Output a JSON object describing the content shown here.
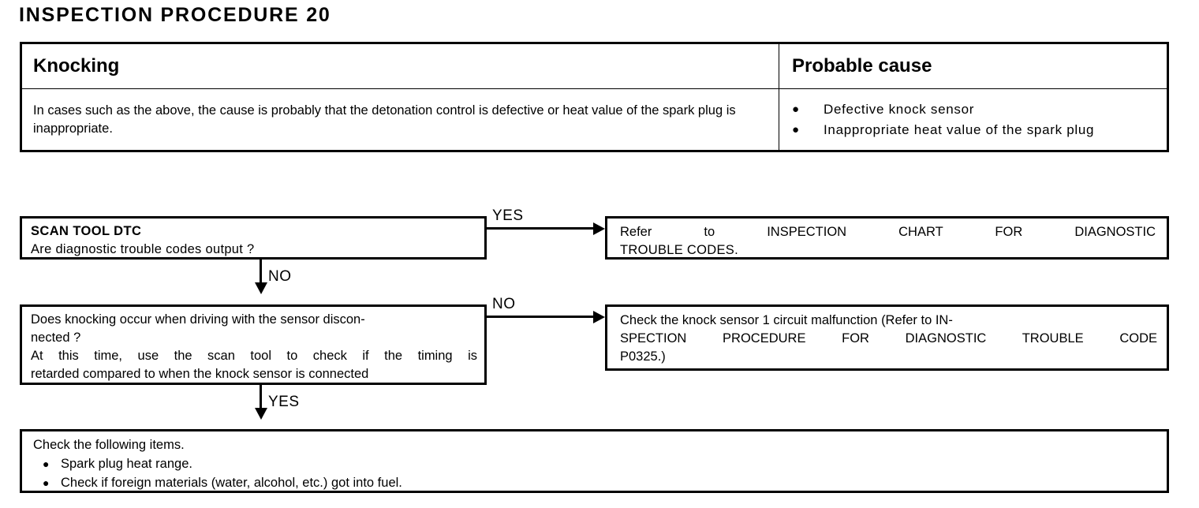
{
  "page_title": "INSPECTION PROCEDURE 20",
  "symptom_table": {
    "headers": {
      "symptom": "Knocking",
      "cause": "Probable cause"
    },
    "description": "In cases such as the above, the cause is probably that the detonation control is defective or heat value of the spark plug is inappropriate.",
    "causes": [
      "Defective knock sensor",
      "Inappropriate heat value of the spark plug"
    ],
    "bullet_glyph": "●"
  },
  "flowchart": {
    "box_scan_tool": {
      "heading": "SCAN TOOL DTC",
      "question": "Are diagnostic trouble codes output ?"
    },
    "box_refer_chart": {
      "line1": "Refer to INSPECTION CHART FOR DIAGNOSTIC",
      "line2": "TROUBLE CODES."
    },
    "box_knock_test": {
      "line1": "Does knocking occur when driving with the sensor discon-",
      "line2": "nected ?",
      "line3": "At this time, use the scan tool to check if the timing is",
      "line4": "retarded compared to when the knock sensor is connected"
    },
    "box_knock_circuit": {
      "line1": "Check the knock sensor 1 circuit malfunction (Refer to IN-",
      "line2": "SPECTION PROCEDURE FOR DIAGNOSTIC TROUBLE CODE",
      "line3": "P0325.)"
    },
    "box_check_items": {
      "intro": "Check the following items.",
      "items": [
        "Spark plug heat range.",
        "Check if foreign materials (water, alcohol, etc.) got into fuel."
      ],
      "bullet_glyph": "●"
    },
    "branches": {
      "yes_1": "YES",
      "no_1": "NO",
      "no_2": "NO",
      "yes_2": "YES"
    }
  }
}
